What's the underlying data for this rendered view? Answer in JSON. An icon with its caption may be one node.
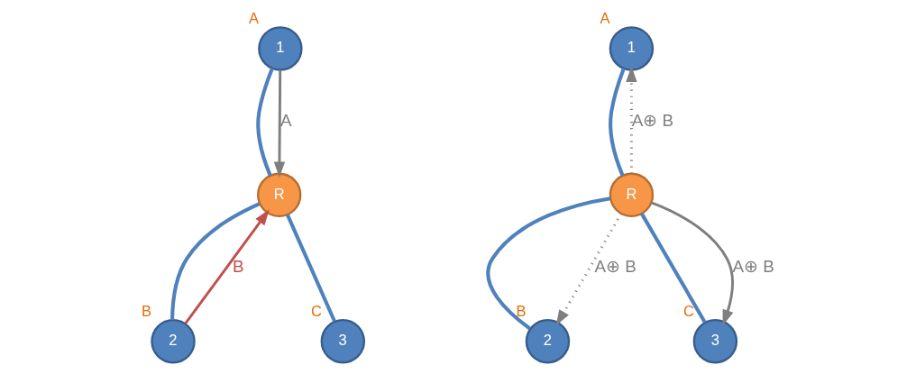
{
  "diagram": {
    "nodes": [
      {
        "text": [
          "1"
        ],
        "beside": [
          "A"
        ]
      },
      {
        "text": [
          "R"
        ]
      },
      {
        "text": [
          "2"
        ],
        "beside": [
          "B"
        ]
      },
      {
        "text": [
          "3"
        ],
        "beside": [
          "C"
        ]
      },
      {
        "text": [
          "1"
        ],
        "beside": [
          "A"
        ]
      },
      {
        "text": [
          "R"
        ]
      },
      {
        "text": [
          "2"
        ],
        "beside": [
          "B"
        ]
      },
      {
        "text": [
          "3"
        ],
        "beside": [
          "C"
        ]
      }
    ],
    "edges": [
      {
        "from": 0,
        "to": 1,
        "arrow": "none"
      },
      {
        "from": 1,
        "to": 2,
        "arrow": "none"
      },
      {
        "from": 1,
        "to": 3,
        "arrow": "none"
      },
      {
        "from": 0,
        "to": 1,
        "arrow": "to",
        "label": "A",
        "color": "#7f7f7f"
      },
      {
        "from": 2,
        "to": 1,
        "arrow": "to",
        "label": "B",
        "color": "#c0504d"
      },
      {
        "from": 4,
        "to": 5,
        "arrow": "none"
      },
      {
        "from": 5,
        "to": 6,
        "arrow": "none"
      },
      {
        "from": 5,
        "to": 7,
        "arrow": "none"
      },
      {
        "from": 5,
        "to": 4,
        "arrow": "to",
        "label": "A⊕ B",
        "style": "dashed",
        "color": "#7f7f7f"
      },
      {
        "from": 5,
        "to": 6,
        "arrow": "to",
        "label": "A⊕ B",
        "style": "dashed",
        "color": "#7f7f7f"
      },
      {
        "from": 5,
        "to": 7,
        "arrow": "to",
        "label": "A⊕ B",
        "color": "#7f7f7f"
      }
    ]
  }
}
